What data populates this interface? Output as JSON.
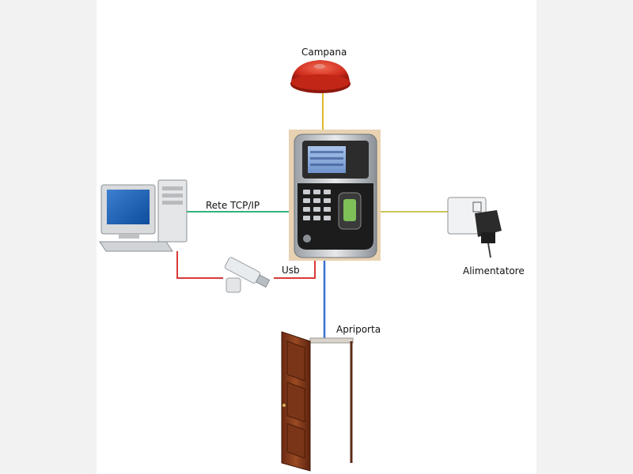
{
  "labels": {
    "bell": "Campana",
    "network": "Rete TCP/IP",
    "usb": "Usb",
    "power": "Alimentatore",
    "door_opener": "Apriporta"
  },
  "colors": {
    "background": "#f2f2f2",
    "canvas": "#ffffff",
    "bell_line": "#e0b830",
    "network_line": "#2fb37a",
    "usb_line": "#d93a3a",
    "power_line": "#c9c65a",
    "door_line": "#3a6fd0"
  }
}
